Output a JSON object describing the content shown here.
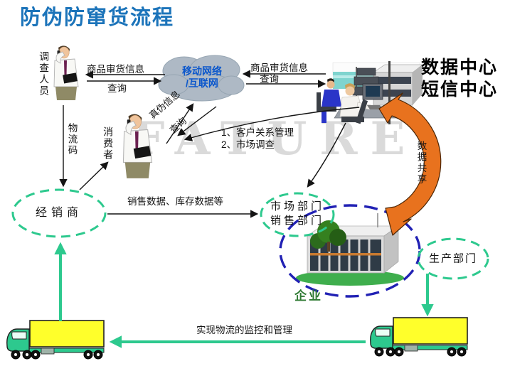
{
  "title": "防伪防窜货流程",
  "watermark": "FATURE",
  "nodes": {
    "investigator": "调查人员",
    "cloud_line1": "移动网络",
    "cloud_line2": "/互联网",
    "datacenter_line1": "数据中心",
    "datacenter_line2": "短信中心",
    "consumer": "消费者",
    "distributor": "经销商",
    "market_line1": "市场部门",
    "market_line2": "销售部门",
    "enterprise": "企业",
    "production": "生产部门"
  },
  "labels": {
    "goods_info_left": "商品审货信息",
    "query_left": "查询",
    "goods_info_right": "商品审货信息",
    "query_right": "查询",
    "authenticity_info": "真伪信息",
    "query_diagonal": "查询",
    "crm_line1": "1、客户关系管理",
    "crm_line2": "2、市场调查",
    "logistics_code": "物流码",
    "sales_data": "销售数据、库存数据等",
    "data_sharing": "数据共享",
    "logistics_monitoring": "实现物流的监控和管理"
  },
  "colors": {
    "title_blue": "#1c74ba",
    "cloud_text_blue": "#0b57cc",
    "dashed_green": "#2dc98e",
    "dashed_navy": "#2121b4",
    "orange_arrow": "#e8721e",
    "enterprise_green": "#2f7a33",
    "truck_yellow": "#ffff2b"
  }
}
